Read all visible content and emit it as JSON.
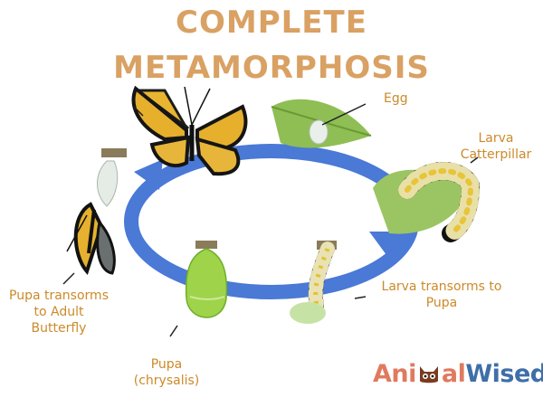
{
  "title": {
    "line1": "COMPLETE",
    "line2": "METAMORPHOSIS"
  },
  "stages": {
    "egg": "Egg",
    "larva_line1": "Larva",
    "larva_line2": "Catterpillar",
    "larva_to_pupa_line1": "Larva transorms to",
    "larva_to_pupa_line2": "Pupa",
    "pupa_line1": "Pupa",
    "pupa_line2": "(chrysalis)",
    "pupa_to_adult_line1": "Pupa transorms",
    "pupa_to_adult_line2": "to Adult",
    "pupa_to_adult_line3": "Butterfly"
  },
  "logo": {
    "part1": "Ani",
    "part2": "al",
    "part3": "Wised"
  },
  "colors": {
    "title": "#d9a163",
    "labels": "#cc8a2a",
    "cycle_arrow": "#4a79d6",
    "logo_orange": "#e07a5f",
    "logo_blue": "#3f6fa8"
  },
  "icons": [
    "butterfly-icon",
    "egg-leaf-icon",
    "caterpillar-icon",
    "pupa-larva-icon",
    "chrysalis-icon",
    "emerging-butterfly-icon",
    "cycle-arrow-icon",
    "cat-logo-icon"
  ]
}
